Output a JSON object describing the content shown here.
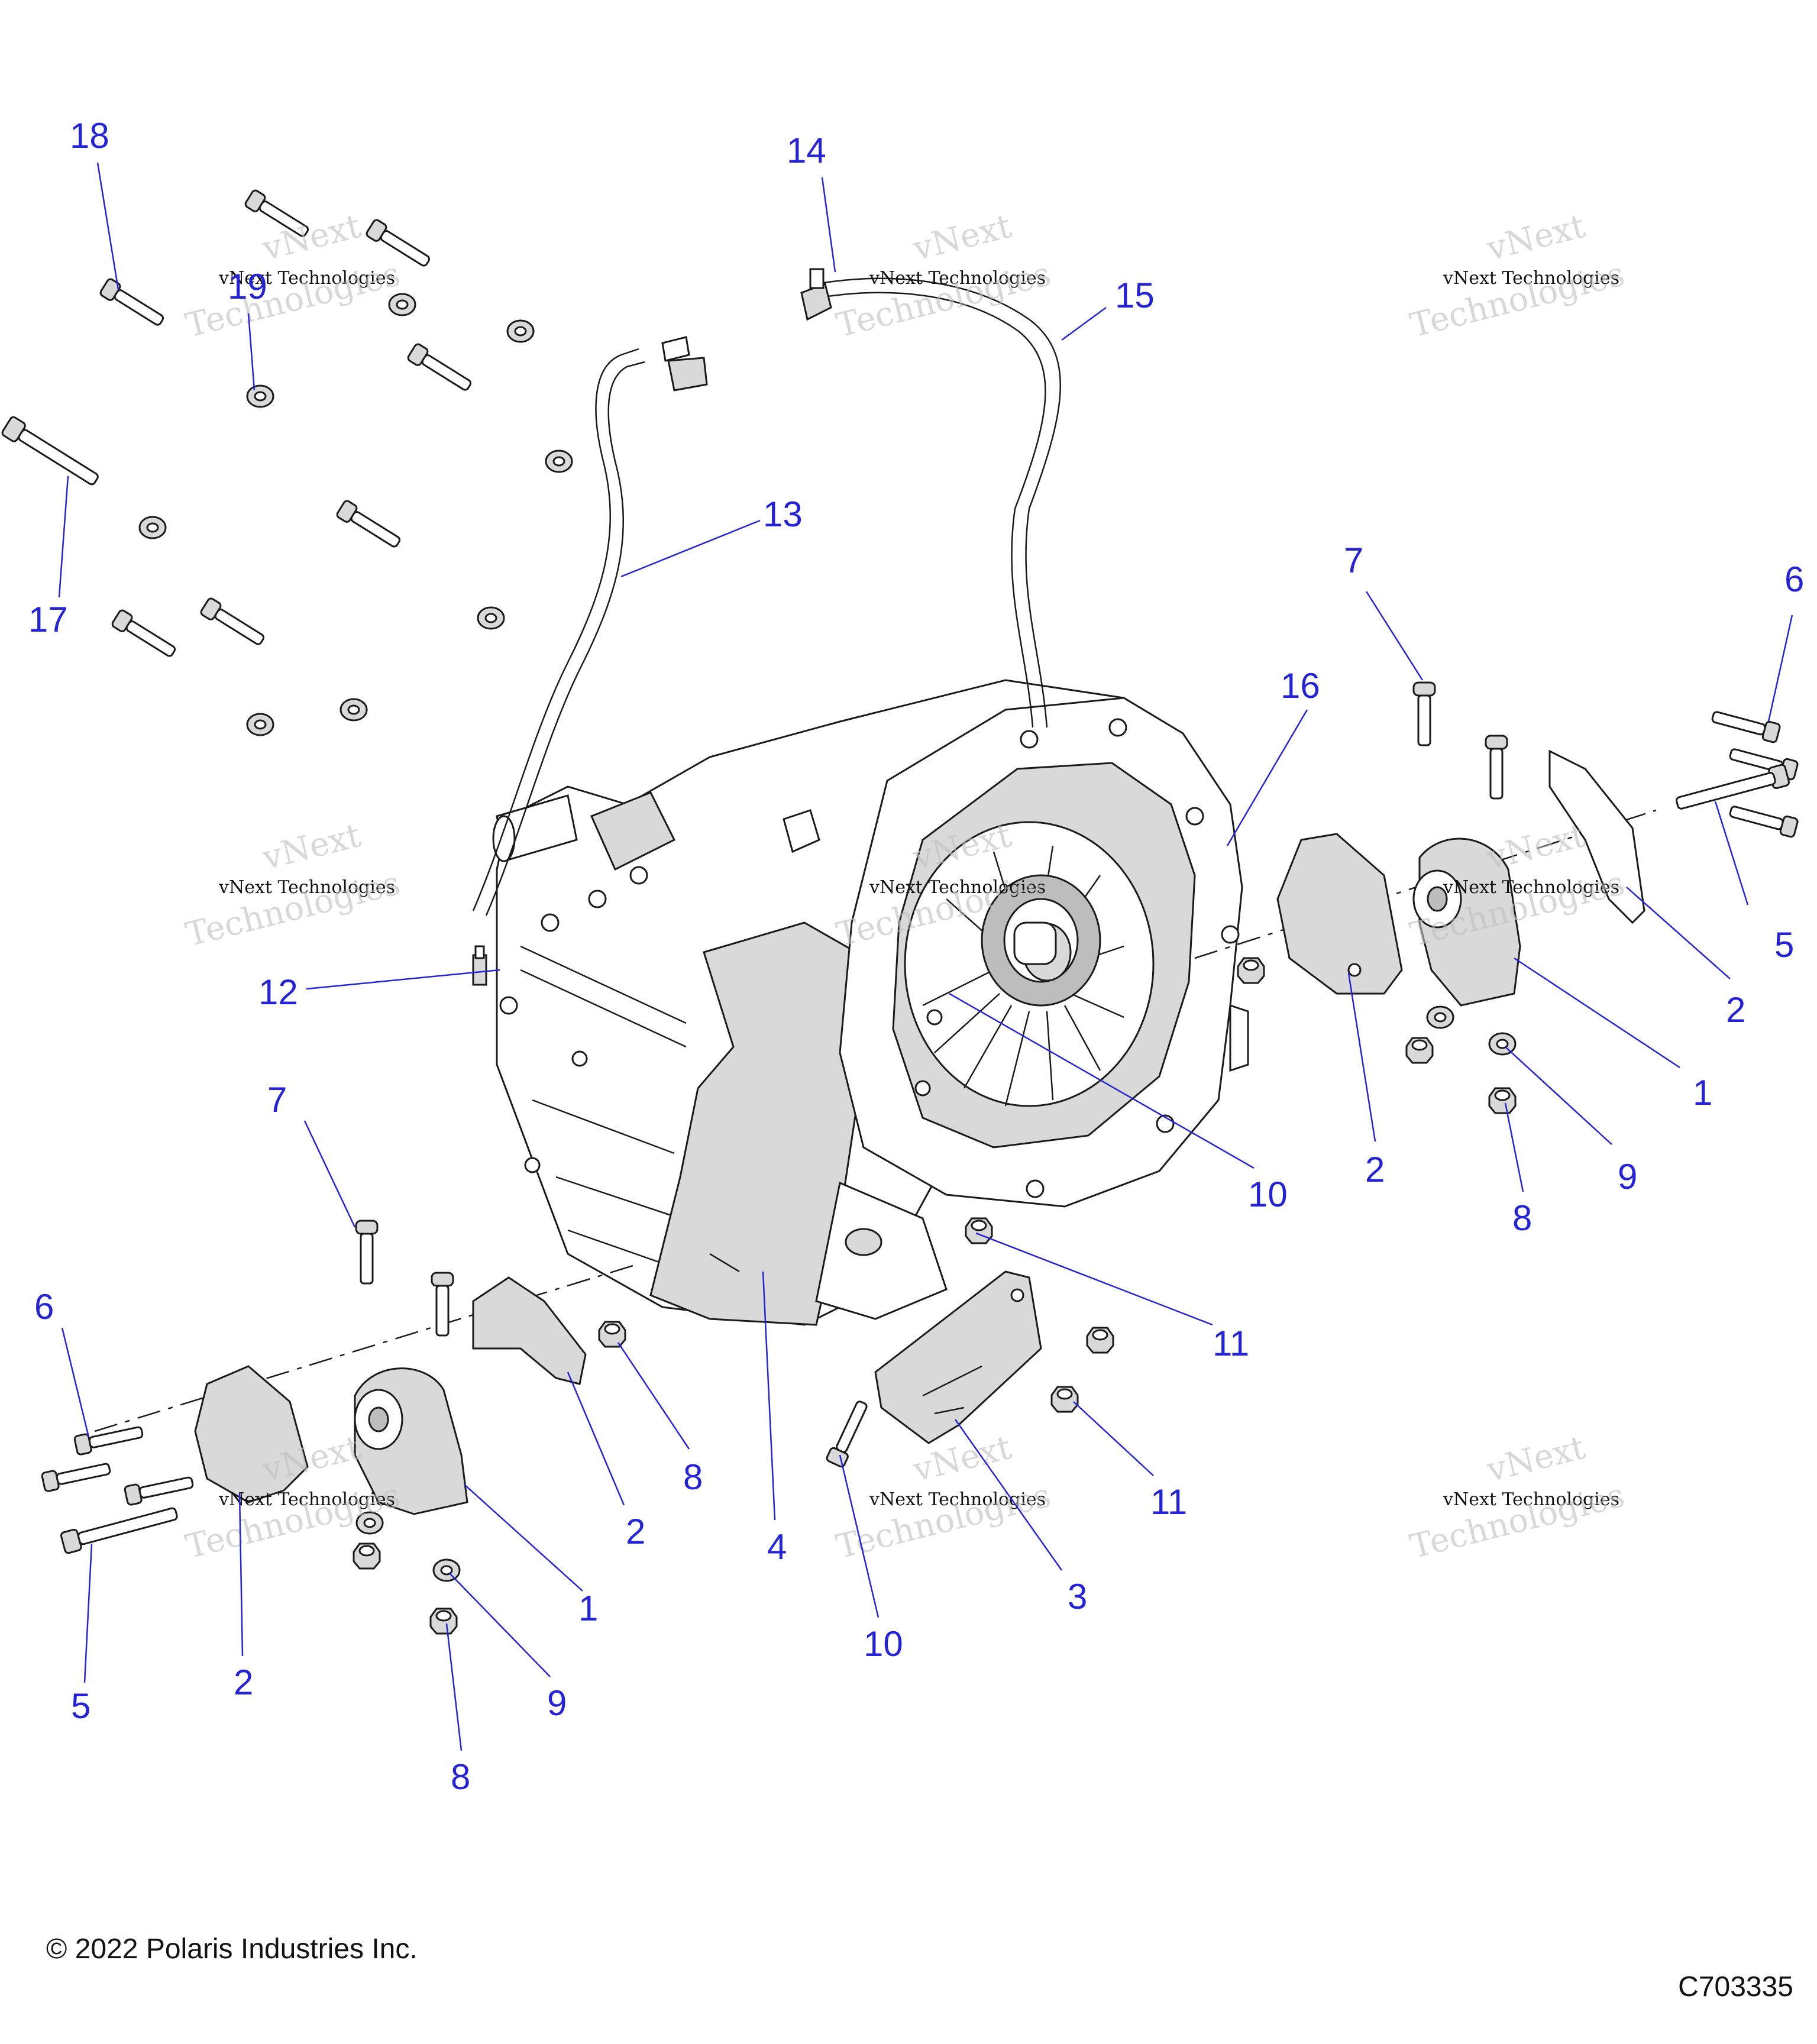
{
  "watermark": {
    "line1": "vNext Technologies",
    "line2": "vNext",
    "line3": "Technologies"
  },
  "callouts": {
    "c1a": "1",
    "c1b": "1",
    "c2a": "2",
    "c2b": "2",
    "c2c": "2",
    "c2d": "2",
    "c3": "3",
    "c4": "4",
    "c5a": "5",
    "c5b": "5",
    "c6a": "6",
    "c6b": "6",
    "c7a": "7",
    "c7b": "7",
    "c8a": "8",
    "c8b": "8",
    "c8c": "8",
    "c9a": "9",
    "c9b": "9",
    "c10a": "10",
    "c10b": "10",
    "c11a": "11",
    "c11b": "11",
    "c12": "12",
    "c13": "13",
    "c14": "14",
    "c15": "15",
    "c16": "16",
    "c17": "17",
    "c18": "18",
    "c19": "19"
  },
  "footer": {
    "copyright": "© 2022 Polaris Industries Inc.",
    "drawing_id": "C703335"
  }
}
